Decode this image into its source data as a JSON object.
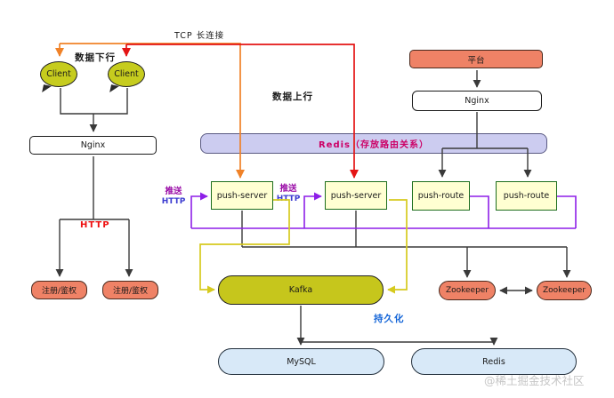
{
  "labels": {
    "tcp_connection": "TCP 长连接",
    "data_downstream": "数据下行",
    "data_upstream": "数据上行",
    "http": "HTTP",
    "push_cn": "推送",
    "push_http": "HTTP",
    "persistence": "持久化"
  },
  "nodes": {
    "client1": "Client",
    "client2": "Client",
    "nginx_left": "Nginx",
    "auth1": "注册/鉴权",
    "auth2": "注册/鉴权",
    "redis_routing": "Redis（存放路由关系）",
    "push_server1": "push-server",
    "push_server2": "push-server",
    "push_route1": "push-route",
    "push_route2": "push-route",
    "platform": "平台",
    "nginx_right": "Nginx",
    "kafka": "Kafka",
    "zookeeper1": "Zookeeper",
    "zookeeper2": "Zookeeper",
    "mysql": "MySQL",
    "redis_db": "Redis"
  },
  "watermark": "@稀土掘金技术社区",
  "colors": {
    "line_black": "#3a3a3a",
    "line_orange": "#f08228",
    "line_red": "#e41414",
    "line_purple": "#8d1fe8",
    "line_yellow": "#d6ca1e",
    "client_fill": "#c6cc1e",
    "kafka_fill": "#c6c61c",
    "salmon_fill": "#ef8266",
    "lavender_fill": "#ccccf0",
    "pale_yellow_fill": "#ffffd2",
    "green_border": "#1d6e1d",
    "blue_fill": "#d8e9f8",
    "redis_text": "#cc0066",
    "push_label_cn": "#990aa6",
    "push_label_http": "#3b3bd0",
    "http_red": "#ee1111",
    "persist_blue": "#1465d8",
    "watermark": "#c6c6c6"
  }
}
